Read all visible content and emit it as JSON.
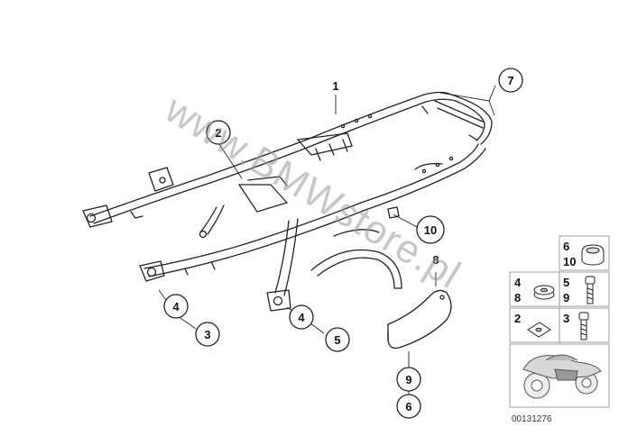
{
  "watermark": "www.BMWstore.pl",
  "diagram_number": "00131276",
  "callouts": [
    "1",
    "2",
    "3",
    "4",
    "4",
    "5",
    "6",
    "7",
    "8",
    "9",
    "10"
  ],
  "legend": {
    "r1": {
      "a": "6",
      "b": "10"
    },
    "r2": {
      "a": "4",
      "b": "8",
      "c": "5",
      "d": "9"
    },
    "r3": {
      "a": "2",
      "b": "3"
    }
  }
}
